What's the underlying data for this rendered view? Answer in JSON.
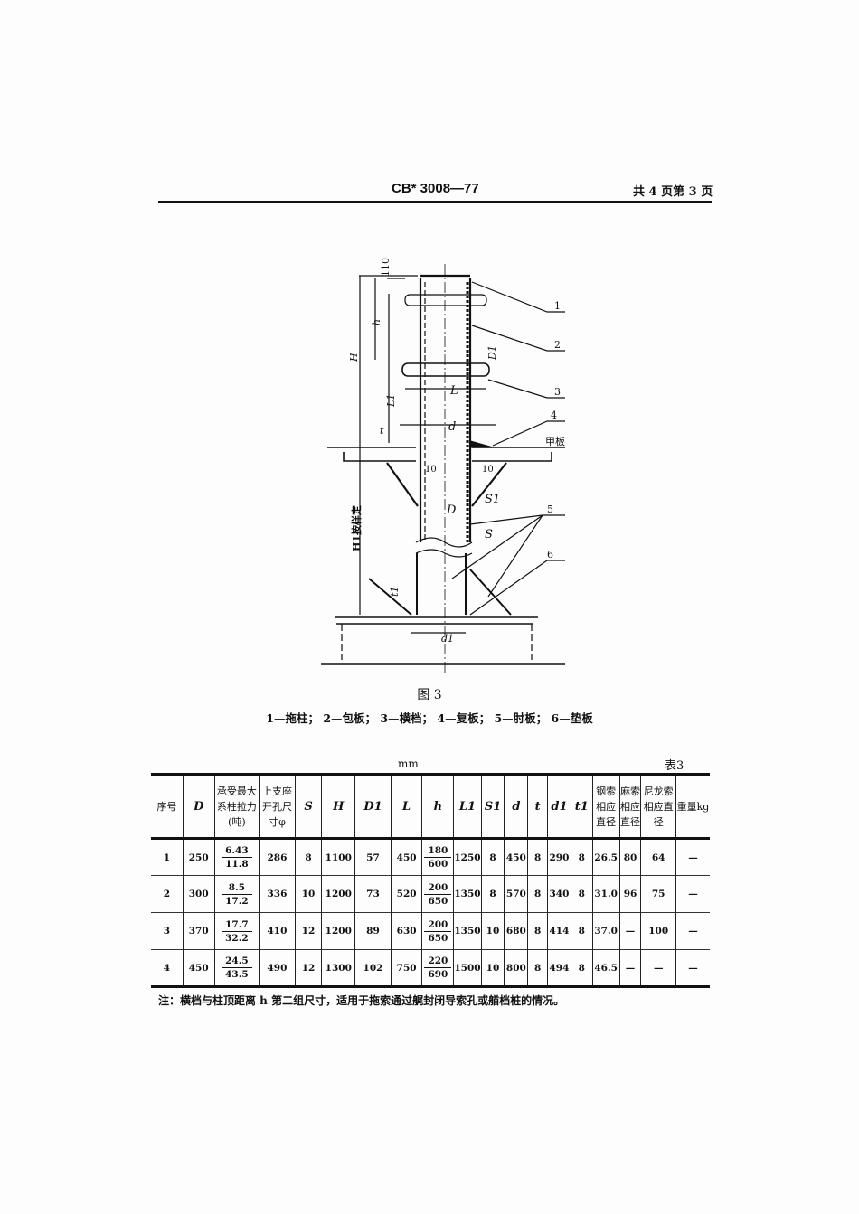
{
  "header": {
    "standard": "CB* 3008—77",
    "page_info": "共 4 页第 3 页"
  },
  "figure": {
    "labels": {
      "dim_110": "110",
      "H": "H",
      "h": "h",
      "L1": "L1",
      "t": "t",
      "D1": "D1",
      "L": "L",
      "d": "d",
      "ten_left": "10",
      "ten_right": "10",
      "deck": "甲板",
      "S1": "S1",
      "D": "D",
      "S": "S",
      "H1": "H1按样定",
      "t1": "t1",
      "d1": "d1",
      "callouts": [
        "1",
        "2",
        "3",
        "4",
        "5",
        "6"
      ]
    },
    "caption": "图 3",
    "legend": "1—拖柱； 2—包板； 3—横档； 4—复板； 5—肘板； 6—垫板"
  },
  "table": {
    "unit": "mm",
    "number": "表3",
    "headers": [
      "序号",
      "D",
      "承受最大系柱拉力(吨)",
      "上支座开孔尺寸φ",
      "S",
      "H",
      "D1",
      "L",
      "h",
      "L1",
      "S1",
      "d",
      "t",
      "d1",
      "t1",
      "钢索相应直径",
      "麻索相应直径",
      "尼龙索相应直径",
      "重量kg"
    ],
    "rows": [
      [
        "1",
        "250",
        [
          "6.43",
          "11.8"
        ],
        "286",
        "8",
        "1100",
        "57",
        "450",
        [
          "180",
          "600"
        ],
        "1250",
        "8",
        "450",
        "8",
        "290",
        "8",
        "26.5",
        "80",
        "64",
        "—"
      ],
      [
        "2",
        "300",
        [
          "8.5",
          "17.2"
        ],
        "336",
        "10",
        "1200",
        "73",
        "520",
        [
          "200",
          "650"
        ],
        "1350",
        "8",
        "570",
        "8",
        "340",
        "8",
        "31.0",
        "96",
        "75",
        "—"
      ],
      [
        "3",
        "370",
        [
          "17.7",
          "32.2"
        ],
        "410",
        "12",
        "1200",
        "89",
        "630",
        [
          "200",
          "650"
        ],
        "1350",
        "10",
        "680",
        "8",
        "414",
        "8",
        "37.0",
        "—",
        "100",
        "—"
      ],
      [
        "4",
        "450",
        [
          "24.5",
          "43.5"
        ],
        "490",
        "12",
        "1300",
        "102",
        "750",
        [
          "220",
          "690"
        ],
        "1500",
        "10",
        "800",
        "8",
        "494",
        "8",
        "46.5",
        "—",
        "—",
        "—"
      ]
    ],
    "note": "注：横档与柱顶距离 h 第二组尺寸，适用于拖索通过艉封闭导索孔或艏档桩的情况。"
  }
}
